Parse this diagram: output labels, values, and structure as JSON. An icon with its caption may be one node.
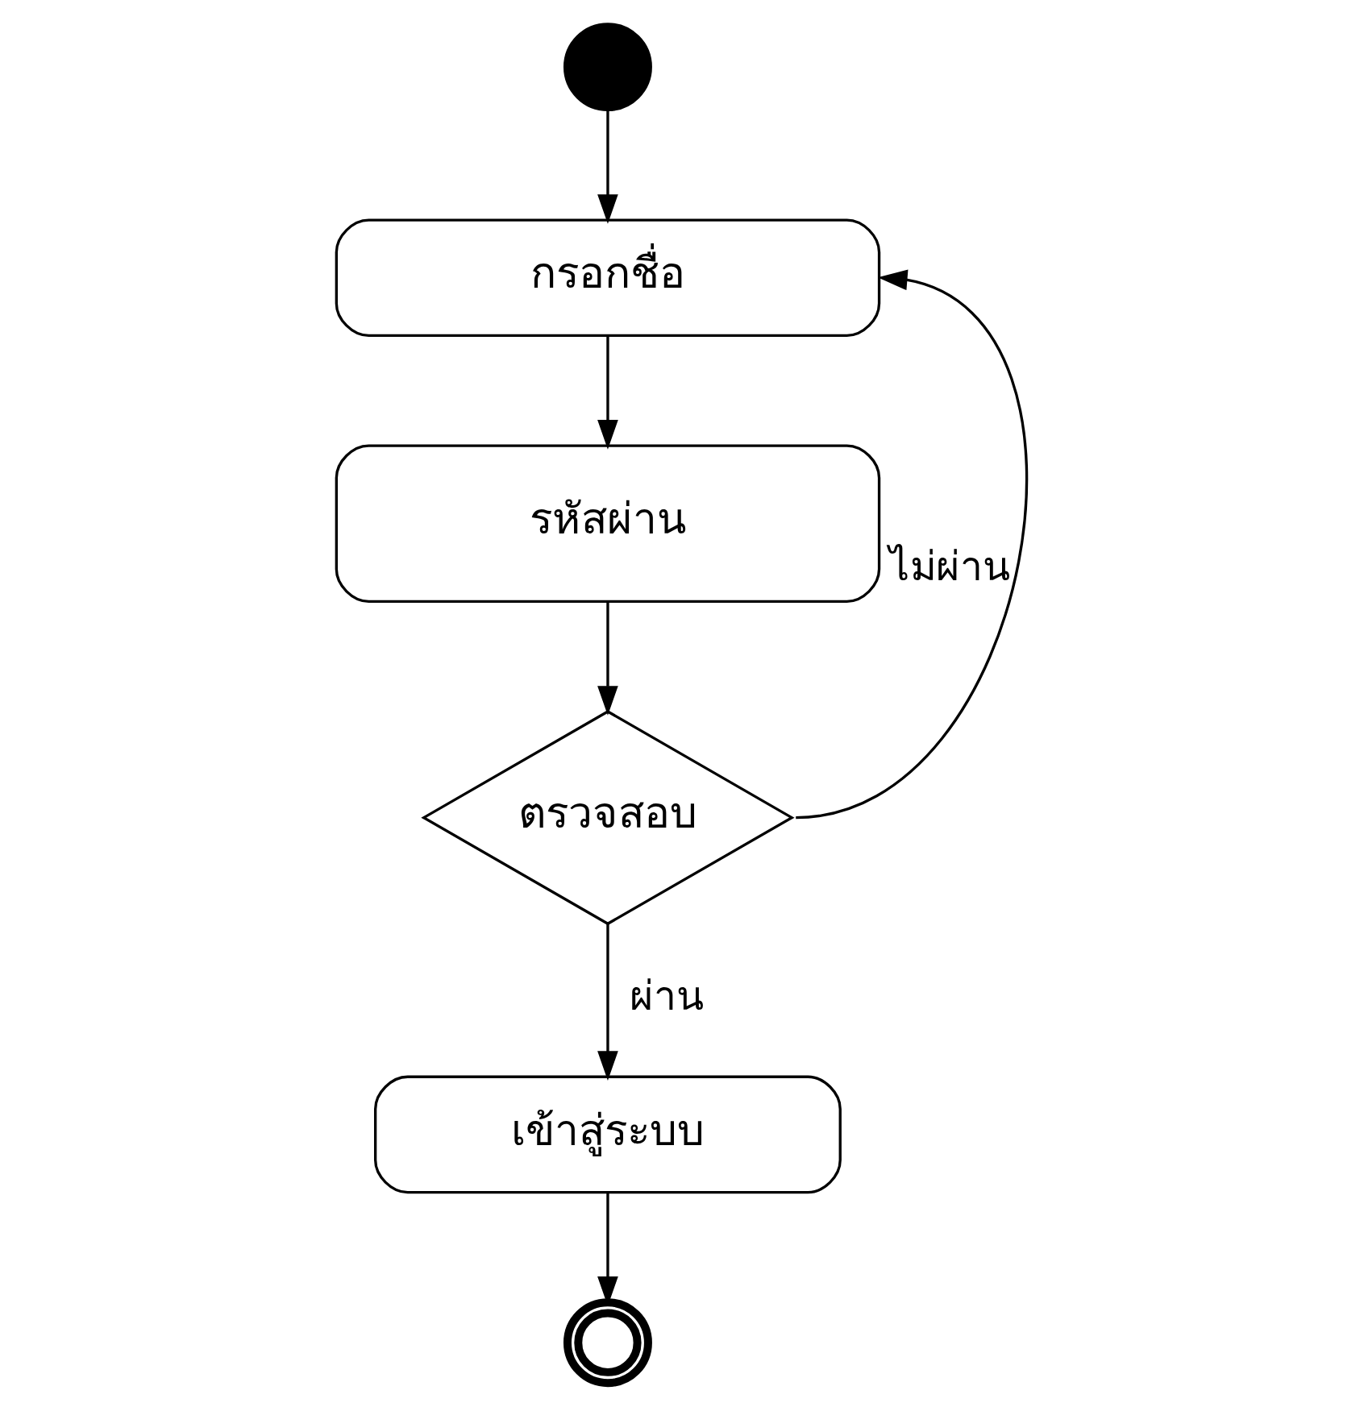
{
  "diagram": {
    "nodes": [
      {
        "text": [],
        "shape": "circle"
      },
      {
        "text": [
          "กรอกชื่อ"
        ]
      },
      {
        "text": [
          "รหัสผ่าน"
        ]
      },
      {
        "text": [
          "ตรวจสอบ"
        ]
      },
      {
        "text": [
          "เข้าสู่ระบบ"
        ]
      },
      {
        "text": [],
        "shape": "circle"
      }
    ],
    "edges": [
      {
        "from": 0,
        "to": 1,
        "arrow": "to"
      },
      {
        "from": 1,
        "to": 2,
        "arrow": "to"
      },
      {
        "from": 2,
        "to": 3,
        "arrow": "to"
      },
      {
        "from": 3,
        "to": 1,
        "arrow": "to",
        "label": "ไม่ผ่าน"
      },
      {
        "from": 3,
        "to": 4,
        "arrow": "to",
        "label": "ผ่าน"
      },
      {
        "from": 4,
        "to": 5,
        "arrow": "to"
      }
    ]
  }
}
